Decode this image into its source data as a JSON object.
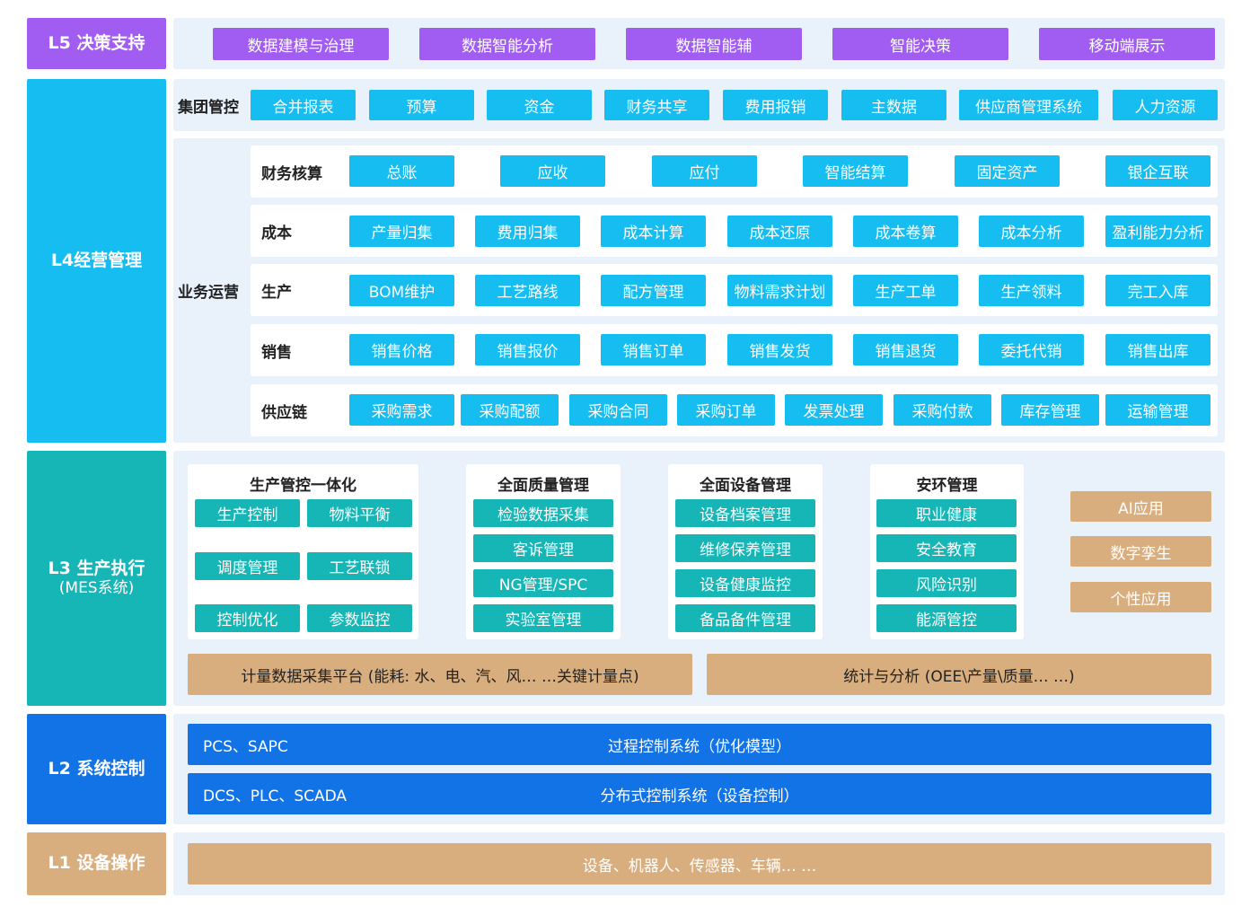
{
  "colors": {
    "purple": "#a15cf2",
    "cyan": "#16bdf0",
    "teal": "#16b5b6",
    "tan": "#d8ae7f",
    "blue": "#1273e6",
    "panel_bg": "#e9f2fb"
  },
  "l5": {
    "label": "L5 决策支持",
    "items": [
      "数据建模与治理",
      "数据智能分析",
      "数据智能辅",
      "智能决策",
      "移动端展示"
    ]
  },
  "l4": {
    "label": "L4经营管理",
    "group": {
      "label": "集团管控",
      "items": [
        "合并报表",
        "预算",
        "资金",
        "财务共享",
        "费用报销",
        "主数据",
        "供应商管理系统",
        "人力资源"
      ]
    },
    "ops": {
      "label": "业务运营",
      "rows": [
        {
          "label": "财务核算",
          "items": [
            "总账",
            "应收",
            "应付",
            "智能结算",
            "固定资产",
            "银企互联"
          ]
        },
        {
          "label": "成本",
          "items": [
            "产量归集",
            "费用归集",
            "成本计算",
            "成本还原",
            "成本卷算",
            "成本分析",
            "盈利能力分析"
          ]
        },
        {
          "label": "生产",
          "items": [
            "BOM维护",
            "工艺路线",
            "配方管理",
            "物料需求计划",
            "生产工单",
            "生产领料",
            "完工入库"
          ]
        },
        {
          "label": "销售",
          "items": [
            "销售价格",
            "销售报价",
            "销售订单",
            "销售发货",
            "销售退货",
            "委托代销",
            "销售出库"
          ]
        },
        {
          "label": "供应链",
          "items": [
            "采购需求",
            "采购配额",
            "采购合同",
            "采购订单",
            "发票处理",
            "采购付款",
            "库存管理",
            "运输管理"
          ]
        }
      ]
    }
  },
  "l3": {
    "label": "L3 生产执行",
    "sublabel": "(MES系统)",
    "prod": {
      "title": "生产管控一体化",
      "items": [
        "生产控制",
        "物料平衡",
        "调度管理",
        "工艺联锁",
        "控制优化",
        "参数监控"
      ]
    },
    "quality": {
      "title": "全面质量管理",
      "items": [
        "检验数据采集",
        "客诉管理",
        "NG管理/SPC",
        "实验室管理"
      ]
    },
    "equip": {
      "title": "全面设备管理",
      "items": [
        "设备档案管理",
        "维修保养管理",
        "设备健康监控",
        "备品备件管理"
      ]
    },
    "safety": {
      "title": "安环管理",
      "items": [
        "职业健康",
        "安全教育",
        "风险识别",
        "能源管控"
      ]
    },
    "apps": [
      "AI应用",
      "数字孪生",
      "个性应用"
    ],
    "metering": "计量数据采集平台 (能耗: 水、电、汽、风… …关键计量点)",
    "stats": "统计与分析 (OEE\\产量\\质量… …)"
  },
  "l2": {
    "label": "L2 系统控制",
    "rows": [
      {
        "left": "PCS、SAPC",
        "center": "过程控制系统（优化模型）"
      },
      {
        "left": "DCS、PLC、SCADA",
        "center": "分布式控制系统（设备控制）"
      }
    ]
  },
  "l1": {
    "label": "L1 设备操作",
    "text": "设备、机器人、传感器、车辆… …"
  }
}
